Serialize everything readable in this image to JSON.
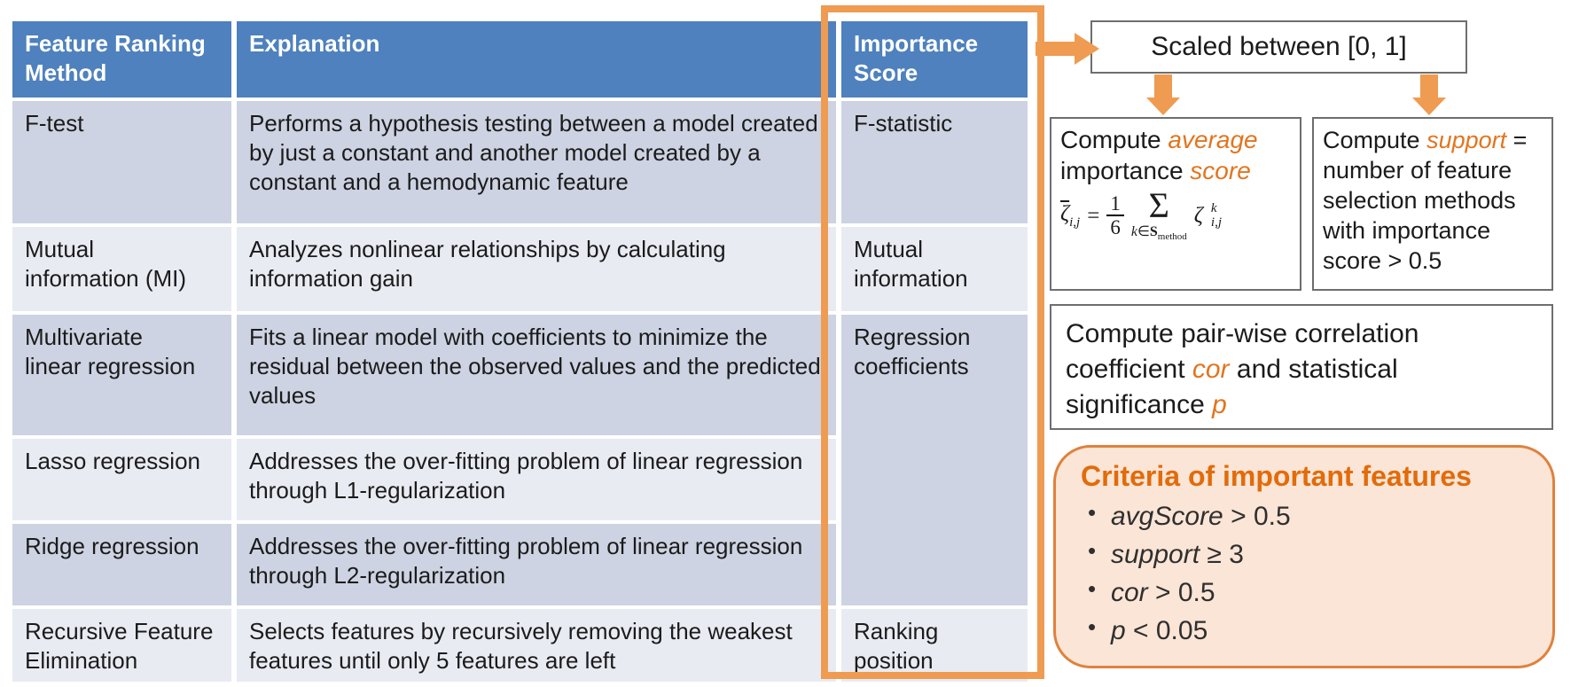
{
  "colors": {
    "header_blue": "#4e81bd",
    "row_dark": "#cdd3e2",
    "row_light": "#e9ebf3",
    "accent_orange": "#ef9b51",
    "criteria_fill": "#fbe5d6",
    "criteria_border": "#e0813c",
    "criteria_title_orange": "#e26b0a",
    "box_border_gray": "#6e6e6e"
  },
  "table": {
    "headers": {
      "method": "Feature Ranking\nMethod",
      "explanation": "Explanation",
      "score": "Importance\nScore"
    },
    "rows": [
      {
        "method": "F-test",
        "explanation": "Performs a hypothesis testing between a model created by just a constant and another model created by a constant and a hemodynamic feature",
        "score": "F-statistic"
      },
      {
        "method": "Mutual\ninformation (MI)",
        "explanation": "Analyzes nonlinear relationships by calculating information gain",
        "score": "Mutual\ninformation"
      },
      {
        "method": "Multivariate\nlinear regression",
        "explanation": "Fits a linear model with coefficients to minimize the residual between the observed values and the predicted values",
        "score": "Regression\ncoefficients"
      },
      {
        "method": "Lasso regression",
        "explanation": "Addresses the over-fitting problem of linear regression through L1-regularization",
        "score": ""
      },
      {
        "method": "Ridge regression",
        "explanation": "Addresses the over-fitting problem of linear regression through L2-regularization",
        "score": ""
      },
      {
        "method": "Recursive Feature\nElimination",
        "explanation": "Selects features by recursively removing the weakest features until only 5 features are left",
        "score": "Ranking\nposition"
      }
    ]
  },
  "flow": {
    "scaled_label": "Scaled between [0, 1]",
    "avg_box": {
      "pre1": "Compute ",
      "em1": "average",
      "pre2": "importance ",
      "em2": "score"
    },
    "formula": {
      "lhs": "ζ",
      "lhs_sub": "i,j",
      "eq": "=",
      "num": "1",
      "den": "6",
      "sigma": "Σ",
      "limit_k": "k",
      "limit_in": "∈",
      "limit_set": "S",
      "limit_sub": "method",
      "rhs": "ζ",
      "rhs_sup": "k",
      "rhs_sub": "i,j"
    },
    "support_box": {
      "pre": "Compute ",
      "em": "support",
      "rest": " = number of feature selection methods with importance score > 0.5"
    },
    "cor_box": {
      "p1": "Compute pair-wise correlation coefficient ",
      "em1": "cor",
      "p2": " and statistical significance ",
      "em2": "p"
    }
  },
  "criteria": {
    "title": "Criteria of important features",
    "bullets": [
      {
        "var": "avgScore",
        "rest": " > 0.5"
      },
      {
        "var": "support",
        "rest": " ≥ 3"
      },
      {
        "var": "cor",
        "rest": " > 0.5"
      },
      {
        "var": "p",
        "rest": " < 0.05"
      }
    ]
  }
}
